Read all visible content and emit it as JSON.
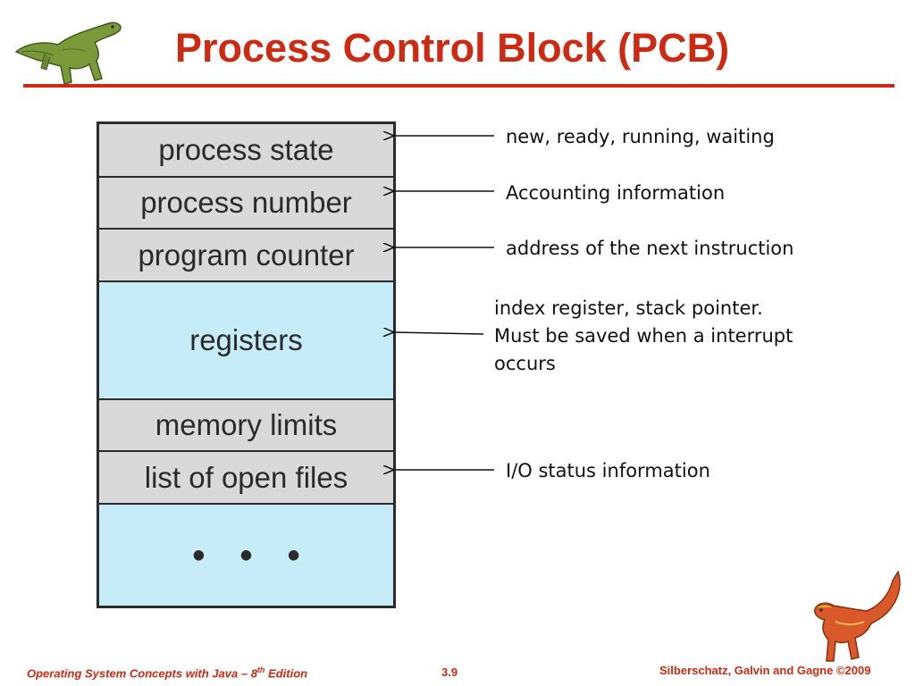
{
  "slide": {
    "title": "Process Control Block (PCB)",
    "accent_color": "#cc2a12"
  },
  "pcb": {
    "fields": [
      {
        "label": "process state",
        "shade": "gray"
      },
      {
        "label": "process number",
        "shade": "gray"
      },
      {
        "label": "program counter",
        "shade": "gray"
      },
      {
        "label": "registers",
        "shade": "blue"
      },
      {
        "label": "memory limits",
        "shade": "gray"
      },
      {
        "label": "list of open files",
        "shade": "gray"
      },
      {
        "label": "• • •",
        "shade": "blue"
      }
    ],
    "colors": {
      "gray": "#d9d9d9",
      "blue": "#c6ecf8"
    }
  },
  "annotations": {
    "process_state": "new, ready, running, waiting",
    "process_number": "Accounting information",
    "program_counter": "address of the next instruction",
    "registers_lines": [
      "index register, stack pointer.",
      "Must be saved when a interrupt",
      "occurs"
    ],
    "open_files": "I/O status information"
  },
  "footer": {
    "book_prefix": "Operating System Concepts  with Java – 8",
    "book_sup": "th",
    "book_suffix": " Edition",
    "page": "3.9",
    "copyright": "Silberschatz, Galvin and Gagne ©2009"
  },
  "icons": [
    "green-dinosaur-icon",
    "red-dinosaur-icon"
  ]
}
